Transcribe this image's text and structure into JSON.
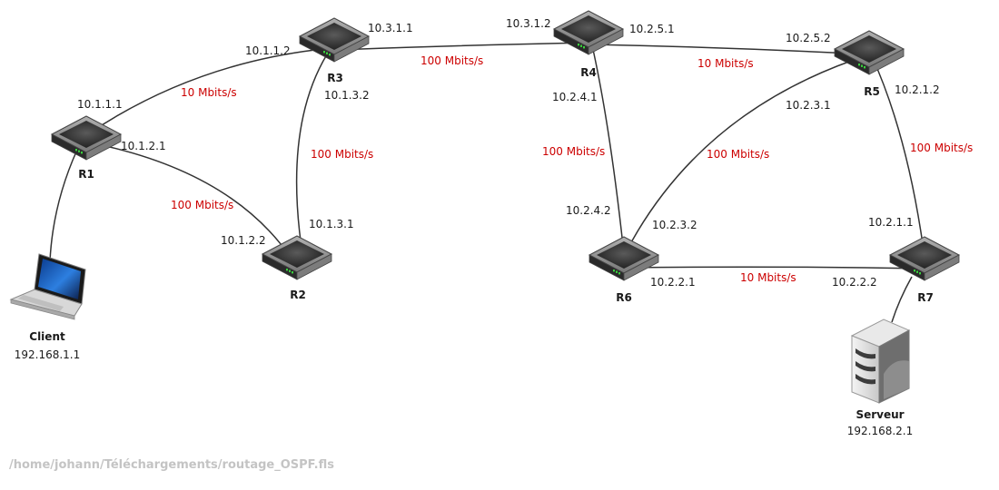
{
  "footer_path": "/home/johann/Téléchargements/routage_OSPF.fls",
  "colors": {
    "link": "#333333",
    "bandwidth": "#cc0000",
    "footer": "#c4c4c4"
  },
  "nodes": {
    "client": {
      "name": "Client",
      "ip": "192.168.1.1",
      "icon": "laptop-icon"
    },
    "server": {
      "name": "Serveur",
      "ip": "192.168.2.1",
      "icon": "server-icon"
    },
    "r1": {
      "name": "R1",
      "icon": "router-icon"
    },
    "r2": {
      "name": "R2",
      "icon": "router-icon"
    },
    "r3": {
      "name": "R3",
      "icon": "router-icon"
    },
    "r4": {
      "name": "R4",
      "icon": "router-icon"
    },
    "r5": {
      "name": "R5",
      "icon": "router-icon"
    },
    "r6": {
      "name": "R6",
      "icon": "router-icon"
    },
    "r7": {
      "name": "R7",
      "icon": "router-icon"
    }
  },
  "links": [
    {
      "id": "r1-r3",
      "bandwidth": "10 Mbits/s",
      "a_ip": "10.1.1.1",
      "b_ip": "10.1.1.2"
    },
    {
      "id": "r1-r2",
      "bandwidth": "100 Mbits/s",
      "a_ip": "10.1.2.1",
      "b_ip": "10.1.2.2"
    },
    {
      "id": "r3-r2",
      "bandwidth": "100 Mbits/s",
      "a_ip": "10.1.3.2",
      "b_ip": "10.1.3.1"
    },
    {
      "id": "r3-r4",
      "bandwidth": "100 Mbits/s",
      "a_ip": "10.3.1.1",
      "b_ip": "10.3.1.2"
    },
    {
      "id": "r4-r5",
      "bandwidth": "10 Mbits/s",
      "a_ip": "10.2.5.1",
      "b_ip": "10.2.5.2"
    },
    {
      "id": "r4-r6",
      "bandwidth": "100 Mbits/s",
      "a_ip": "10.2.4.1",
      "b_ip": "10.2.4.2"
    },
    {
      "id": "r5-r6",
      "bandwidth": "100 Mbits/s",
      "a_ip": "10.2.3.1",
      "b_ip": "10.2.3.2"
    },
    {
      "id": "r5-r7",
      "bandwidth": "100 Mbits/s",
      "a_ip": "10.2.1.2",
      "b_ip": "10.2.1.1"
    },
    {
      "id": "r6-r7",
      "bandwidth": "10 Mbits/s",
      "a_ip": "10.2.2.1",
      "b_ip": "10.2.2.2"
    },
    {
      "id": "client-r1",
      "bandwidth": "",
      "a_ip": "",
      "b_ip": ""
    },
    {
      "id": "r7-server",
      "bandwidth": "",
      "a_ip": "",
      "b_ip": ""
    }
  ]
}
